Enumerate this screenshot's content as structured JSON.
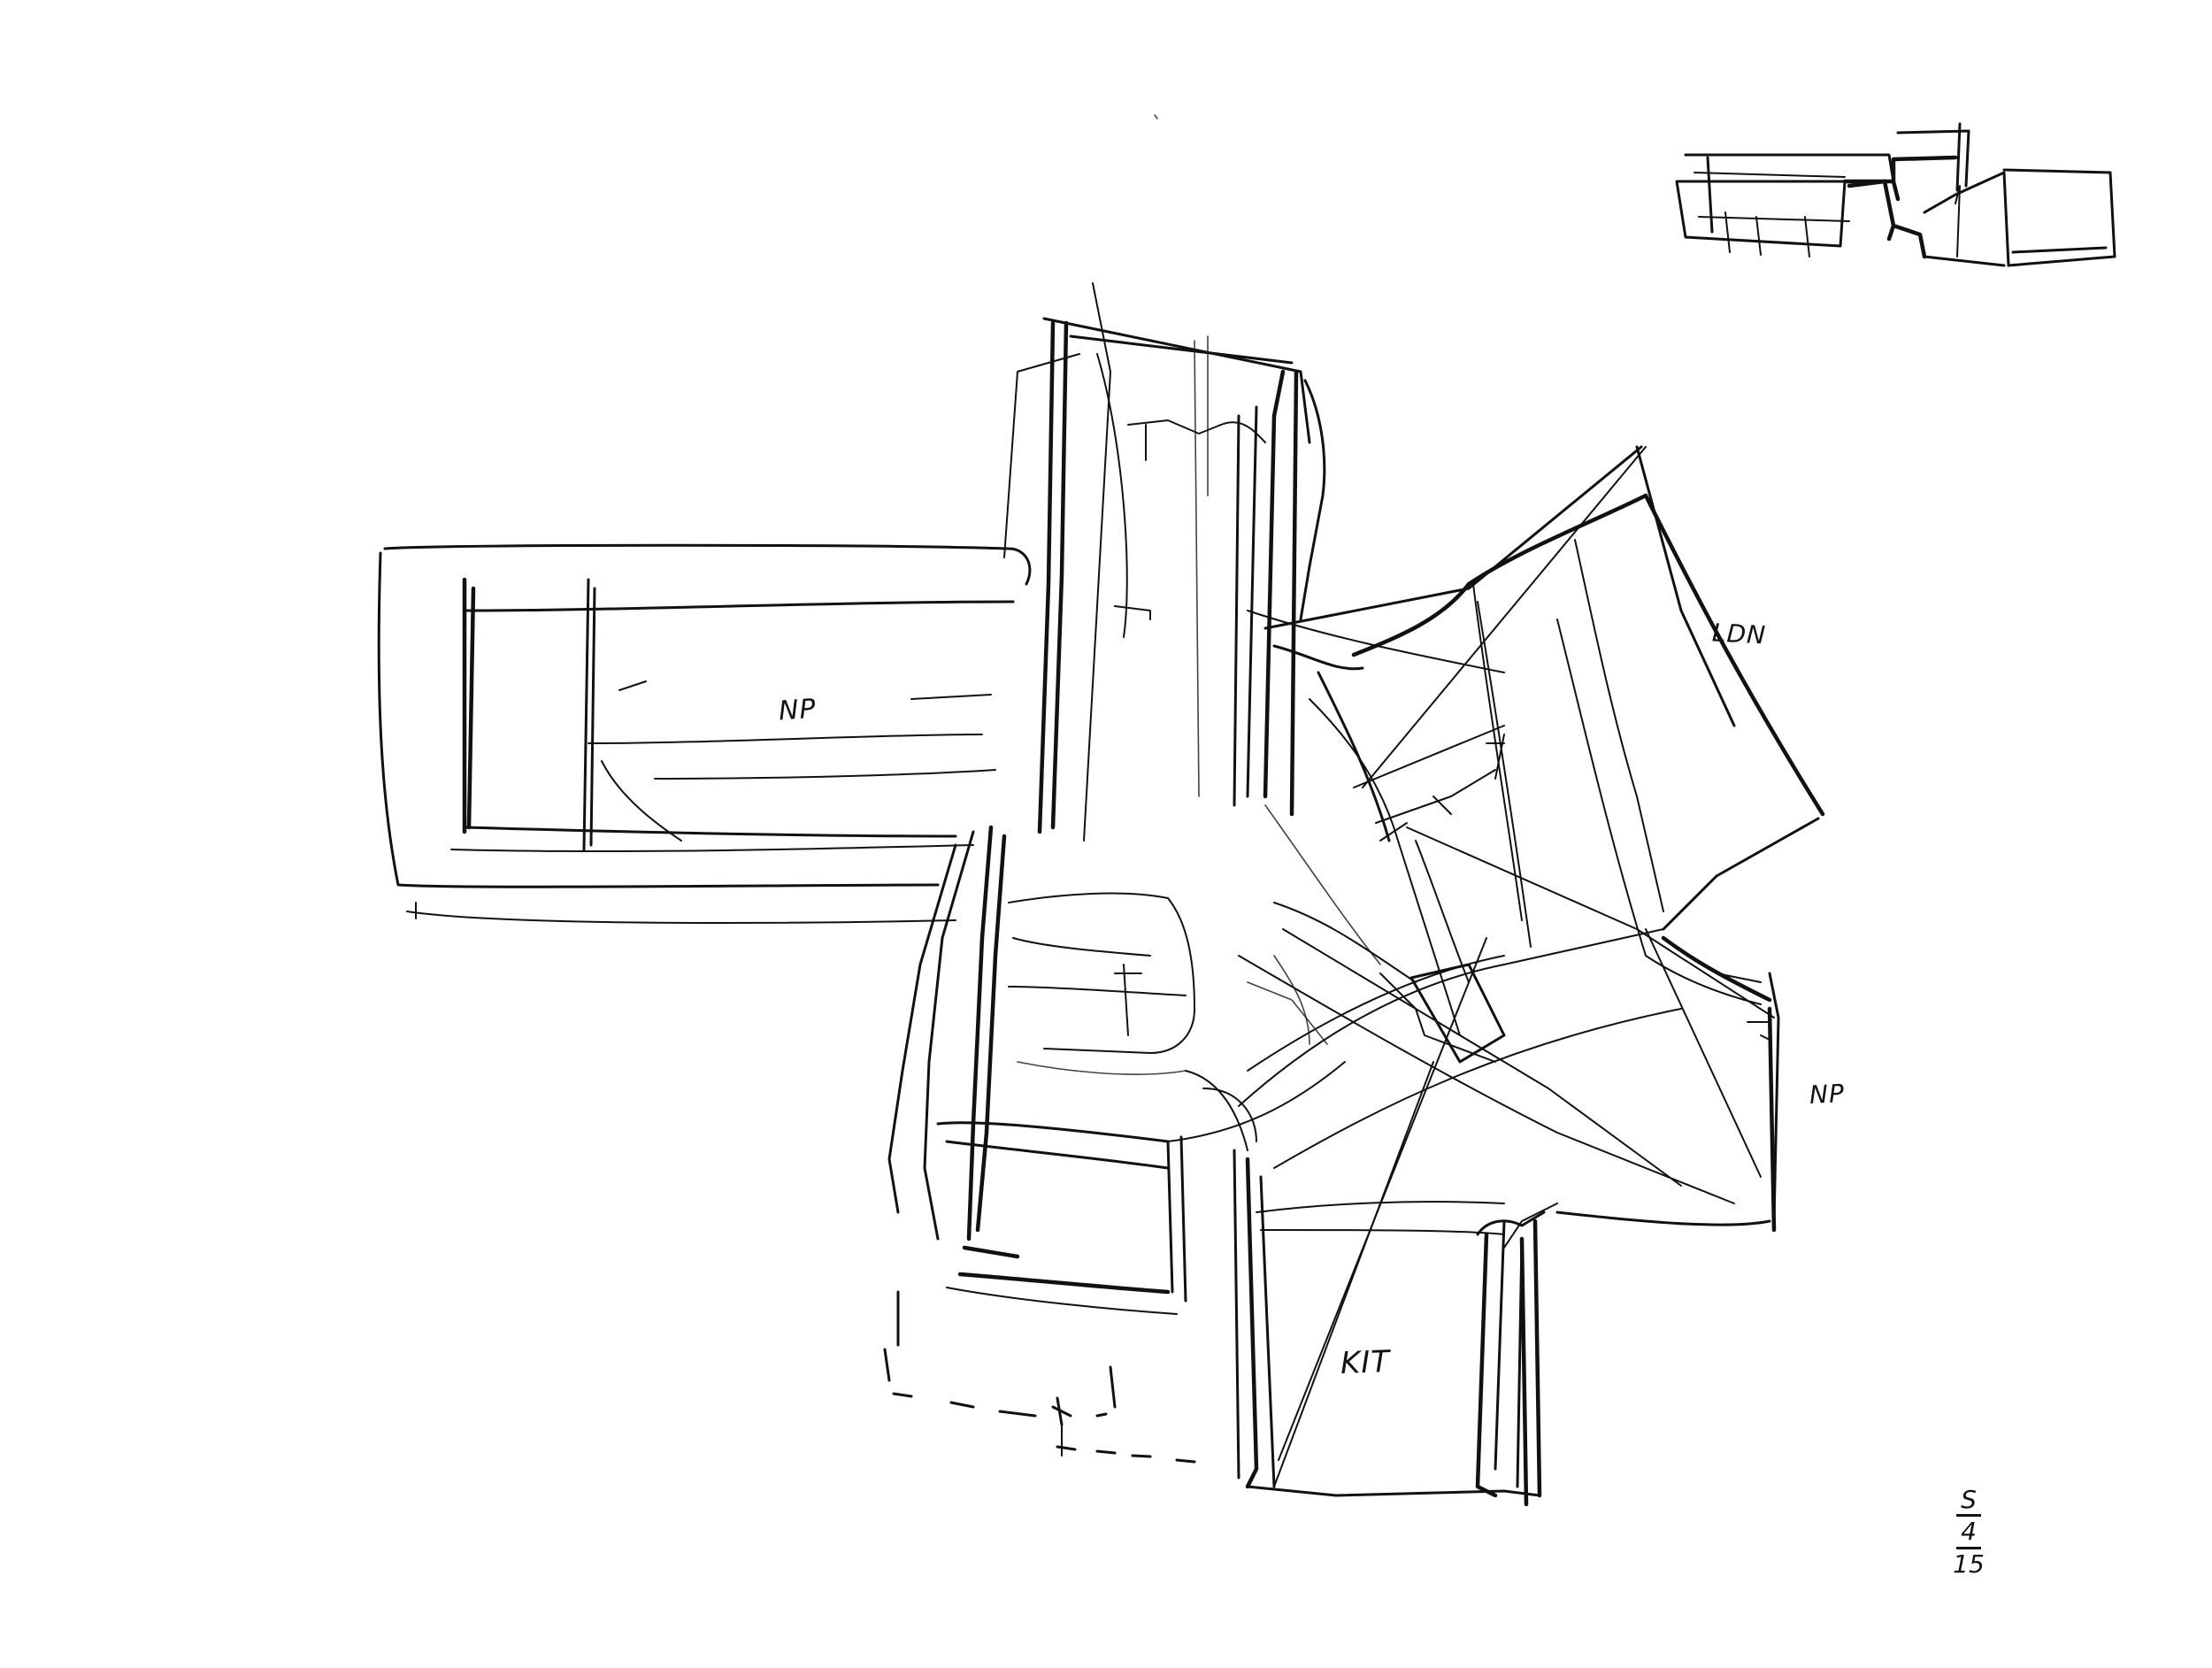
{
  "labels": {
    "np_left": "NP",
    "ldn": "LDN",
    "np_right": "NP",
    "kit": "KIT"
  },
  "signature": {
    "line1": "S",
    "line2": "4",
    "line3": "15"
  },
  "ink_color": "#111111",
  "paper_color": "#ffffff"
}
